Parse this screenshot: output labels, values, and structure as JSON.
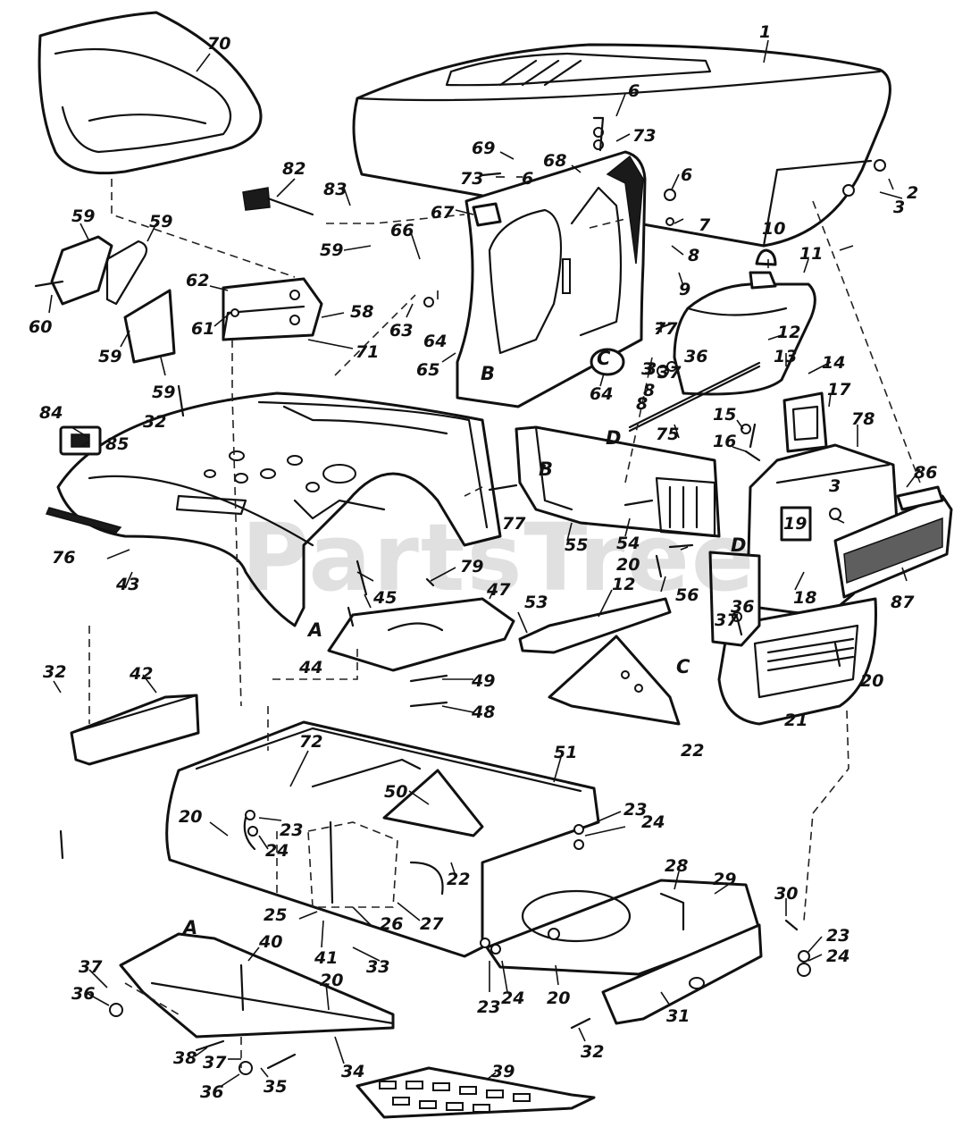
{
  "diagram": {
    "watermark": "PartsTree",
    "callouts": [
      "1",
      "2",
      "3",
      "6",
      "73",
      "69",
      "6",
      "73",
      "68",
      "6",
      "7",
      "8",
      "9",
      "10",
      "11",
      "12",
      "13",
      "14",
      "82",
      "83",
      "70",
      "59",
      "59",
      "59",
      "60",
      "62",
      "58",
      "61",
      "71",
      "59",
      "59",
      "67",
      "66",
      "63",
      "64",
      "65",
      "77",
      "64",
      "3",
      "37",
      "36",
      "8",
      "15",
      "16",
      "17",
      "78",
      "86",
      "84",
      "85",
      "32",
      "76",
      "43",
      "45",
      "44",
      "79",
      "47",
      "53",
      "12",
      "55",
      "54",
      "77",
      "75",
      "20",
      "56",
      "19",
      "3",
      "18",
      "87",
      "36",
      "37",
      "20",
      "21",
      "32",
      "42",
      "49",
      "48",
      "22",
      "72",
      "51",
      "50",
      "23",
      "24",
      "20",
      "23",
      "24",
      "22",
      "25",
      "26",
      "27",
      "41",
      "33",
      "28",
      "29",
      "30",
      "23",
      "24",
      "40",
      "37",
      "36",
      "20",
      "23",
      "24",
      "20",
      "31",
      "32",
      "38",
      "37",
      "36",
      "35",
      "34",
      "39",
      "3",
      "8"
    ],
    "letters": [
      "A",
      "A",
      "B",
      "B",
      "C",
      "C",
      "D",
      "D"
    ]
  }
}
